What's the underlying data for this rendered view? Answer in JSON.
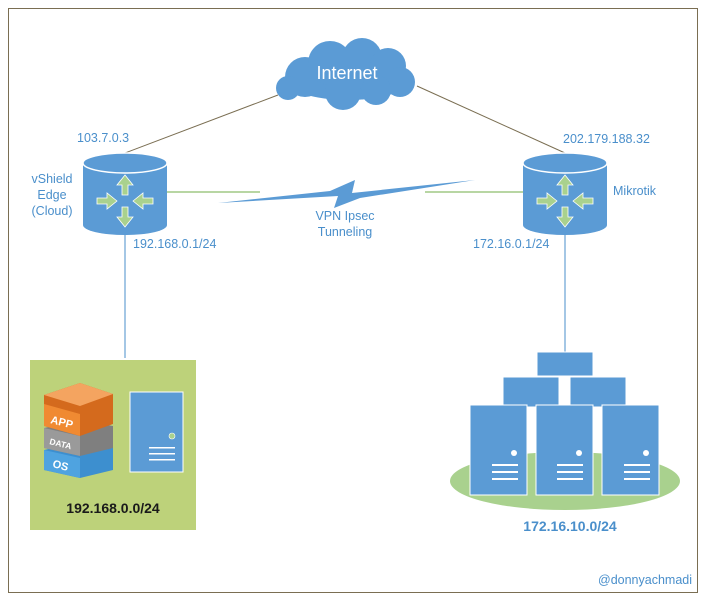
{
  "colors": {
    "accent_blue": "#5b9bd5",
    "text_blue": "#4a8fcb",
    "green_panel": "#bdd27a",
    "green_ellipse": "#a9d18e",
    "arrow_green": "#a9d18e",
    "line_brown": "#7a6e52",
    "line_green": "#70ad47",
    "orange": "#ed7d31",
    "gray": "#8c8c8c"
  },
  "cloud": {
    "label": "Internet",
    "icon": "cloud-icon"
  },
  "left_router": {
    "name_lines": [
      "vShield",
      "Edge",
      "(Cloud)"
    ],
    "public_ip": "103.7.0.3",
    "lan_ip": "192.168.0.1/24",
    "icon": "router-icon"
  },
  "right_router": {
    "name": "Mikrotik",
    "public_ip": "202.179.188.32",
    "lan_ip": "172.16.0.1/24",
    "icon": "router-icon"
  },
  "vpn": {
    "line1": "VPN Ipsec",
    "line2": "Tunneling",
    "icon": "lightning-bolt-icon"
  },
  "left_network": {
    "subnet": "192.168.0.0/24",
    "stack_layers": [
      "APP",
      "DATA",
      "OS"
    ],
    "server_icon": "server-icon"
  },
  "right_network": {
    "subnet": "172.16.10.0/24",
    "server_count": 3,
    "server_icon": "server-icon"
  },
  "credit": "@donnyachmadi"
}
